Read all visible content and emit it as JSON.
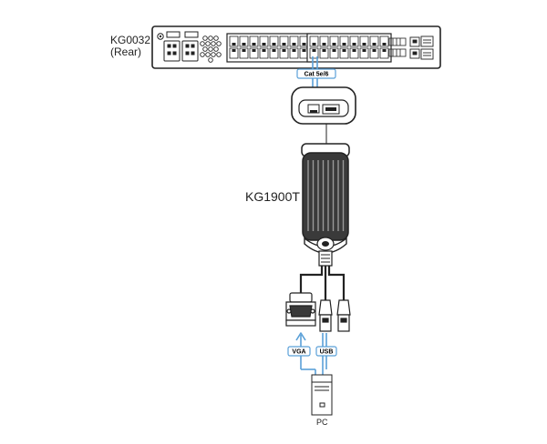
{
  "labels": {
    "switch_model": "KG0032",
    "switch_side": "(Rear)",
    "cable_spec": "Cat 5e/6",
    "adapter_model": "KG1900T",
    "vga": "VGA",
    "usb": "USB",
    "pc": "PC"
  },
  "colors": {
    "line": "#222222",
    "cable": "#5aa0d8",
    "adapter_body": "#3a3a3a",
    "panel_fill": "#ffffff"
  },
  "icons": {
    "power-inlet": "power-inlet-icon",
    "fan": "fan-vent-icon",
    "rj45": "rj45-port-icon",
    "vga": "vga-connector-icon",
    "usb": "usb-connector-icon",
    "pc": "pc-tower-icon"
  }
}
